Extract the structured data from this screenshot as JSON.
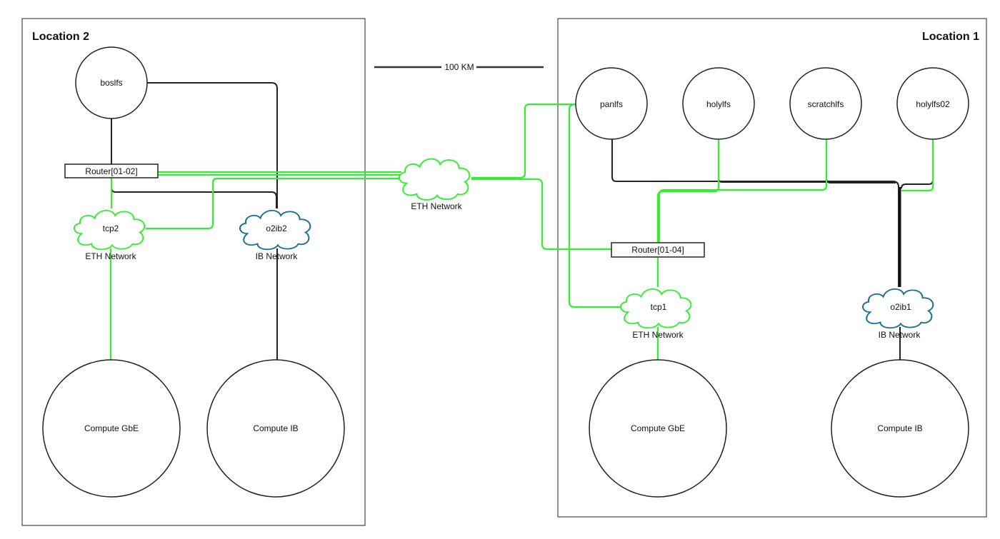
{
  "locations": {
    "left_title": "Location 2",
    "right_title": "Location 1"
  },
  "distance": {
    "label": "100 KM"
  },
  "eth_wan": {
    "label": "ETH Network"
  },
  "location2": {
    "storage": "boslfs",
    "router": "Router[01-02]",
    "eth_cloud": "tcp2",
    "eth_caption": "ETH Network",
    "ib_cloud": "o2ib2",
    "ib_caption": "IB Network",
    "compute_gbe": "Compute GbE",
    "compute_ib": "Compute IB"
  },
  "location1": {
    "storage": [
      "panlfs",
      "holylfs",
      "scratchlfs",
      "holylfs02"
    ],
    "router": "Router[01-04]",
    "eth_cloud": "tcp1",
    "eth_caption": "ETH Network",
    "ib_cloud": "o2ib1",
    "ib_caption": "IB Network",
    "compute_gbe": "Compute GbE",
    "compute_ib": "Compute IB"
  },
  "colors": {
    "eth_link": "#33ee33",
    "ib_cloud": "#1a6e8e",
    "ib_link": "#222222"
  }
}
